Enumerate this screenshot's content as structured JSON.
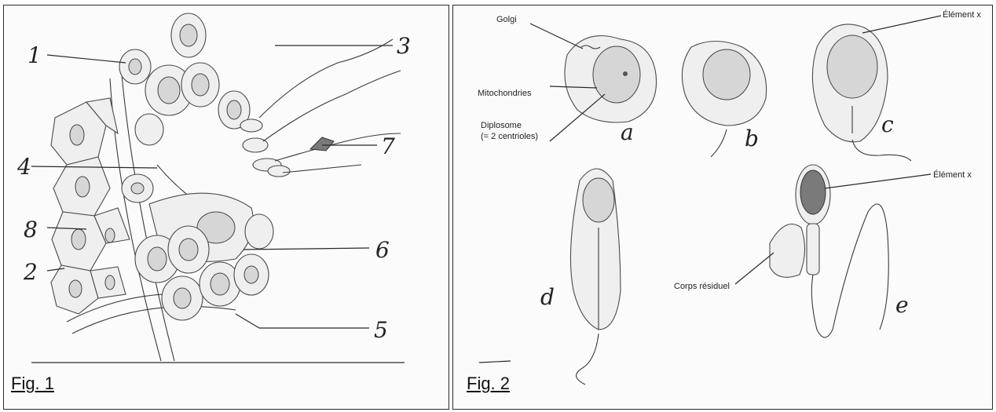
{
  "figures": {
    "fig1": {
      "label": "Fig. 1",
      "markers": [
        "1",
        "2",
        "3",
        "4",
        "5",
        "6",
        "7",
        "8"
      ]
    },
    "fig2": {
      "label": "Fig. 2",
      "labels": {
        "golgi": "Golgi",
        "mitochondries": "Mitochondries",
        "diplosome": "Diplosome",
        "centrioles": "(= 2 centrioles)",
        "element_x_1": "Élément x",
        "element_x_2": "Élément x",
        "corps_residuel": "Corps résiduel"
      },
      "stages": [
        "a",
        "b",
        "c",
        "d",
        "e"
      ]
    }
  },
  "colors": {
    "ink": "#2a2a2a",
    "paper": "#fbfbfb",
    "dark_nucleus": "#7a7a7a"
  }
}
